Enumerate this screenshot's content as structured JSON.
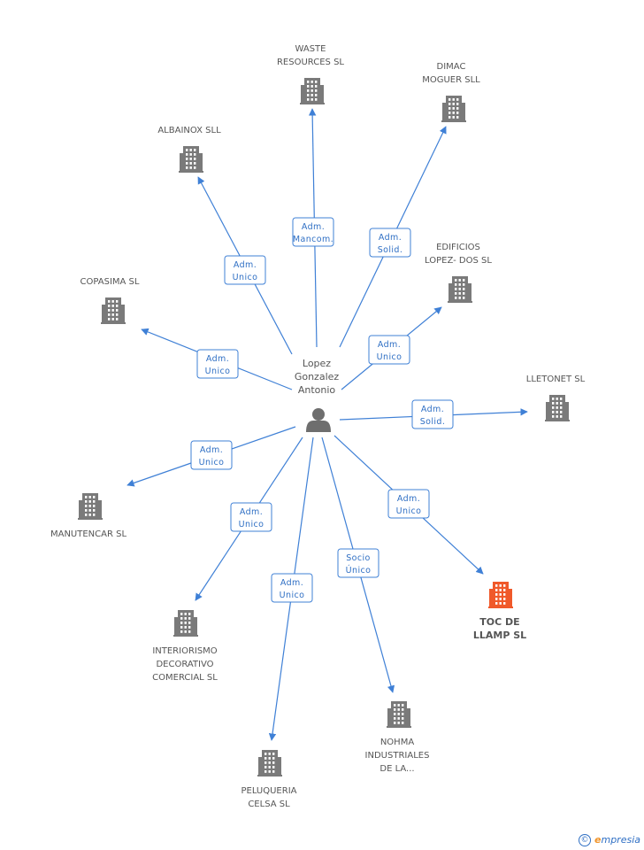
{
  "center": {
    "name_lines": [
      "Lopez",
      "Gonzalez",
      "Antonio"
    ],
    "icon": "person-icon"
  },
  "nodes": [
    {
      "id": "waste",
      "lines": [
        "WASTE",
        "RESOURCES SL"
      ],
      "icon": "building-icon",
      "highlight": false
    },
    {
      "id": "dimac",
      "lines": [
        "DIMAC",
        "MOGUER  SLL"
      ],
      "icon": "building-icon",
      "highlight": false
    },
    {
      "id": "albainox",
      "lines": [
        "ALBAINOX SLL"
      ],
      "icon": "building-icon",
      "highlight": false
    },
    {
      "id": "edificios",
      "lines": [
        "EDIFICIOS",
        "LOPEZ- DOS SL"
      ],
      "icon": "building-icon",
      "highlight": false
    },
    {
      "id": "copasima",
      "lines": [
        "COPASIMA SL"
      ],
      "icon": "building-icon",
      "highlight": false
    },
    {
      "id": "lletonet",
      "lines": [
        "LLETONET SL"
      ],
      "icon": "building-icon",
      "highlight": false
    },
    {
      "id": "manutencar",
      "lines": [
        "MANUTENCAR SL"
      ],
      "icon": "building-icon",
      "highlight": false
    },
    {
      "id": "toc",
      "lines": [
        "TOC DE",
        "LLAMP SL"
      ],
      "icon": "building-icon",
      "highlight": true
    },
    {
      "id": "interiorismo",
      "lines": [
        "INTERIORISMO",
        "DECORATIVO",
        "COMERCIAL SL"
      ],
      "icon": "building-icon",
      "highlight": false
    },
    {
      "id": "nohma",
      "lines": [
        "NOHMA",
        "INDUSTRIALES",
        "DE LA..."
      ],
      "icon": "building-icon",
      "highlight": false
    },
    {
      "id": "peluqueria",
      "lines": [
        "PELUQUERIA",
        "CELSA  SL"
      ],
      "icon": "building-icon",
      "highlight": false
    }
  ],
  "edges": [
    {
      "to": "waste",
      "role": [
        "Adm.",
        "Mancom."
      ]
    },
    {
      "to": "dimac",
      "role": [
        "Adm.",
        "Solid."
      ]
    },
    {
      "to": "albainox",
      "role": [
        "Adm.",
        "Unico"
      ]
    },
    {
      "to": "edificios",
      "role": [
        "Adm.",
        "Unico"
      ]
    },
    {
      "to": "copasima",
      "role": [
        "Adm.",
        "Unico"
      ]
    },
    {
      "to": "lletonet",
      "role": [
        "Adm.",
        "Solid."
      ]
    },
    {
      "to": "manutencar",
      "role": [
        "Adm.",
        "Unico"
      ]
    },
    {
      "to": "toc",
      "role": [
        "Adm.",
        "Unico"
      ]
    },
    {
      "to": "interiorismo",
      "role": [
        "Adm.",
        "Unico"
      ]
    },
    {
      "to": "nohma",
      "role": [
        "Socio",
        "Único"
      ]
    },
    {
      "to": "peluqueria",
      "role": [
        "Adm.",
        "Unico"
      ]
    }
  ],
  "colors": {
    "edge": "#3f80d6",
    "building": "#7a7a7a",
    "building_highlight": "#f0592a",
    "person": "#6e6e6e"
  },
  "credit": {
    "symbol": "©",
    "brand_initial": "e",
    "brand_rest": "mpresia"
  }
}
